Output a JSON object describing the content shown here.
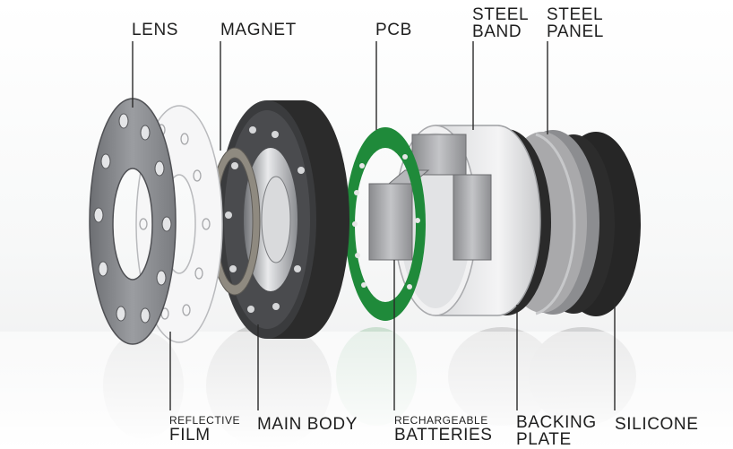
{
  "labels": {
    "lens": "LENS",
    "magnet": "MAGNET",
    "pcb": "PCB",
    "steel_band": [
      "STEEL",
      "BAND"
    ],
    "steel_panel": [
      "STEEL",
      "PANEL"
    ],
    "reflective_film": [
      "REFLECTIVE",
      "FILM"
    ],
    "main_body": "MAIN BODY",
    "rechargeable_batteries": [
      "RECHARGEABLE",
      "BATTERIES"
    ],
    "backing_plate": [
      "BACKING",
      "PLATE"
    ],
    "silicone": "SILICONE"
  },
  "colors": {
    "label_text": "#1e1e1e",
    "leader_line": "#2a2a2a",
    "pcb_green": "#1f8a3a",
    "body_black": "#2b2b2b",
    "steel_grey": "#a9a9ab"
  }
}
